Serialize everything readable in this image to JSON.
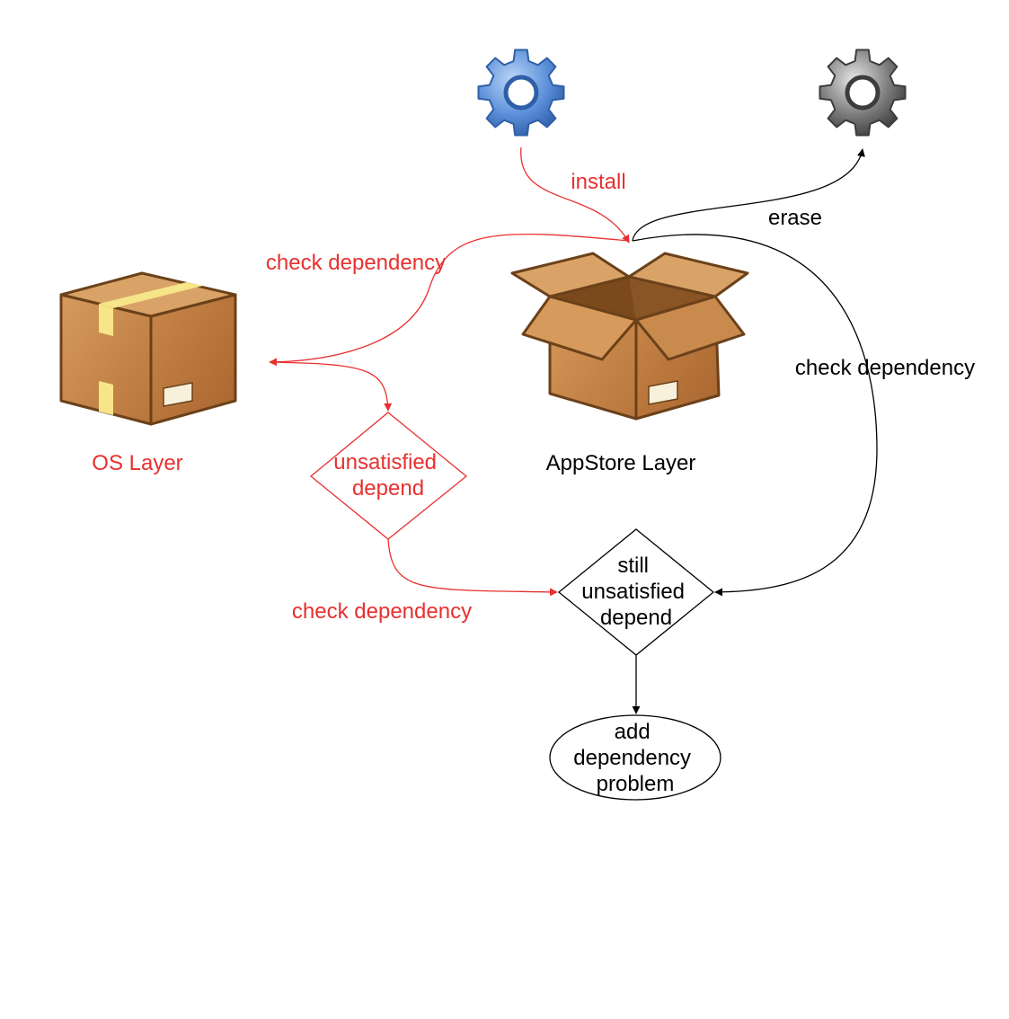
{
  "nodes": {
    "os_layer": {
      "label": "OS Layer"
    },
    "appstore_layer": {
      "label": "AppStore Layer"
    },
    "unsatisfied": {
      "lines": [
        "unsatisfied",
        "depend"
      ]
    },
    "still_unsatisfied": {
      "lines": [
        "still",
        "unsatisfied",
        "depend"
      ]
    },
    "add_problem": {
      "lines": [
        "add",
        "dependency",
        "problem"
      ]
    }
  },
  "edges": {
    "install": "install",
    "erase": "erase",
    "check_dep_top": "check dependency",
    "check_dep_right": "check dependency",
    "check_dep_bottom": "check dependency"
  },
  "colors": {
    "red": "#e8302f",
    "black": "#000000",
    "box_fill": "#c8884a",
    "tape": "#f7e58a",
    "gear_blue": "#5a8fd8",
    "gear_gray": "#707070"
  },
  "icons": [
    "install-gear-icon",
    "erase-gear-icon",
    "closed-box-icon",
    "open-box-icon"
  ]
}
